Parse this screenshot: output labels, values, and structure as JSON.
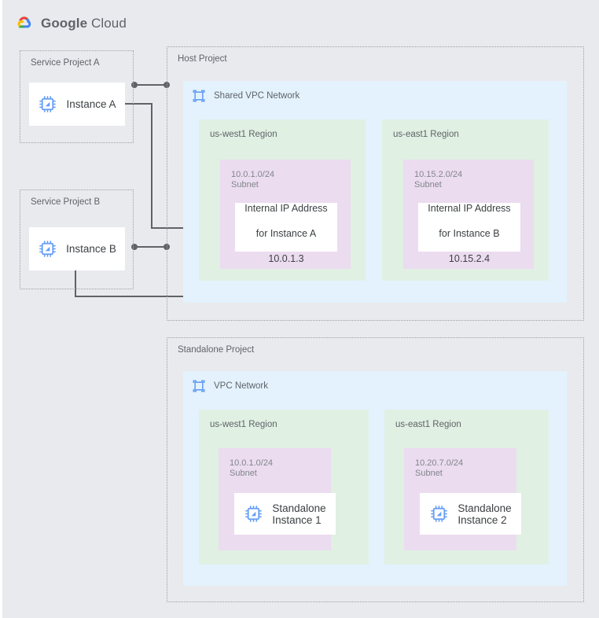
{
  "brand": {
    "name_bold": "Google",
    "name_light": "Cloud",
    "logo_icon": "google-cloud-logo"
  },
  "colors": {
    "background": "#e8eaed",
    "vpc_blue": "#e3f2fd",
    "region_green": "#e0f0e3",
    "subnet_purple": "#ecdcf0",
    "card_white": "#ffffff",
    "line_gray": "#5f6368",
    "text_gray": "#5f6368",
    "accent_blue": "#669df6"
  },
  "service_project_a": {
    "title": "Service Project A",
    "instance": {
      "label": "Instance A",
      "icon": "compute-instance-icon"
    }
  },
  "service_project_b": {
    "title": "Service Project B",
    "instance": {
      "label": "Instance B",
      "icon": "compute-instance-icon"
    }
  },
  "host_project": {
    "title": "Host Project",
    "network": {
      "label": "Shared VPC Network",
      "icon": "vpc-network-icon"
    },
    "regions": [
      {
        "name": "us-west1 Region",
        "subnet": {
          "cidr": "10.0.1.0/24",
          "type": "Subnet"
        },
        "resource": {
          "line1": "Internal IP Address",
          "line2": "for Instance A",
          "line3": "10.0.1.3"
        }
      },
      {
        "name": "us-east1 Region",
        "subnet": {
          "cidr": "10.15.2.0/24",
          "type": "Subnet"
        },
        "resource": {
          "line1": "Internal IP Address",
          "line2": "for Instance B",
          "line3": "10.15.2.4"
        }
      }
    ]
  },
  "standalone_project": {
    "title": "Standalone Project",
    "network": {
      "label": "VPC Network",
      "icon": "vpc-network-icon"
    },
    "regions": [
      {
        "name": "us-west1 Region",
        "subnet": {
          "cidr": "10.0.1.0/24",
          "type": "Subnet"
        },
        "instance": {
          "label": "Standalone\nInstance 1",
          "icon": "compute-instance-icon"
        }
      },
      {
        "name": "us-east1 Region",
        "subnet": {
          "cidr": "10.20.7.0/24",
          "type": "Subnet"
        },
        "instance": {
          "label": "Standalone\nInstance 2",
          "icon": "compute-instance-icon"
        }
      }
    ]
  }
}
